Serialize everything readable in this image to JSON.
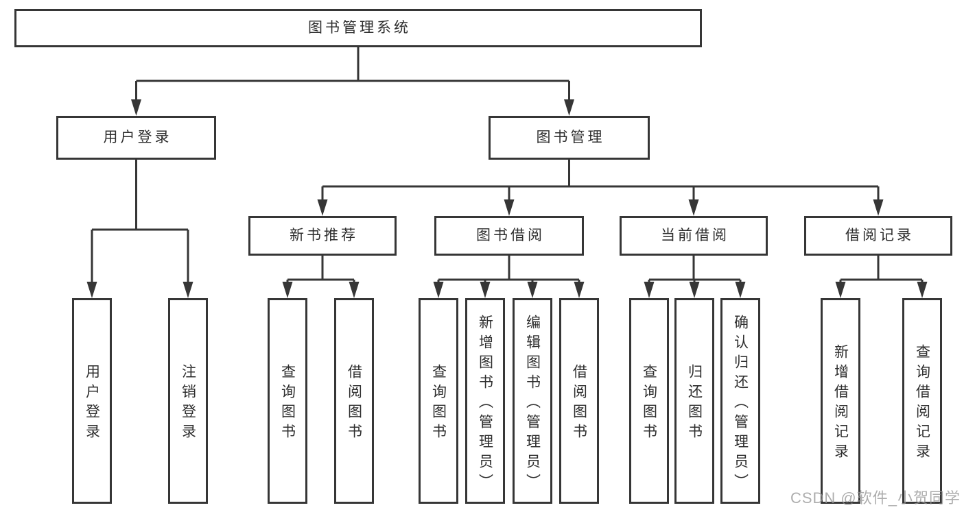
{
  "page": {
    "background": "#ffffff"
  },
  "colors": {
    "line": "#363636",
    "box_border": "#363636",
    "text": "#2e2e2e",
    "watermark": "#969696"
  },
  "watermark": {
    "text": "CSDN @软件_小贺同学"
  },
  "nodes": {
    "root": {
      "label": "图书管理系统"
    },
    "user_login": {
      "label": "用户登录",
      "children": [
        {
          "label": "用户登录"
        },
        {
          "label": "注销登录"
        }
      ]
    },
    "book_management": {
      "label": "图书管理",
      "children": [
        {
          "label": "新书推荐",
          "children": [
            {
              "label": "查询图书"
            },
            {
              "label": "借阅图书"
            }
          ]
        },
        {
          "label": "图书借阅",
          "children": [
            {
              "label": "查询图书"
            },
            {
              "label": "新增图书（管理员）"
            },
            {
              "label": "编辑图书（管理员）"
            },
            {
              "label": "借阅图书"
            }
          ]
        },
        {
          "label": "当前借阅",
          "children": [
            {
              "label": "查询图书"
            },
            {
              "label": "归还图书"
            },
            {
              "label": "确认归还（管理员）"
            }
          ]
        },
        {
          "label": "借阅记录",
          "children": [
            {
              "label": "新增借阅记录"
            },
            {
              "label": "查询借阅记录"
            }
          ]
        }
      ]
    }
  }
}
